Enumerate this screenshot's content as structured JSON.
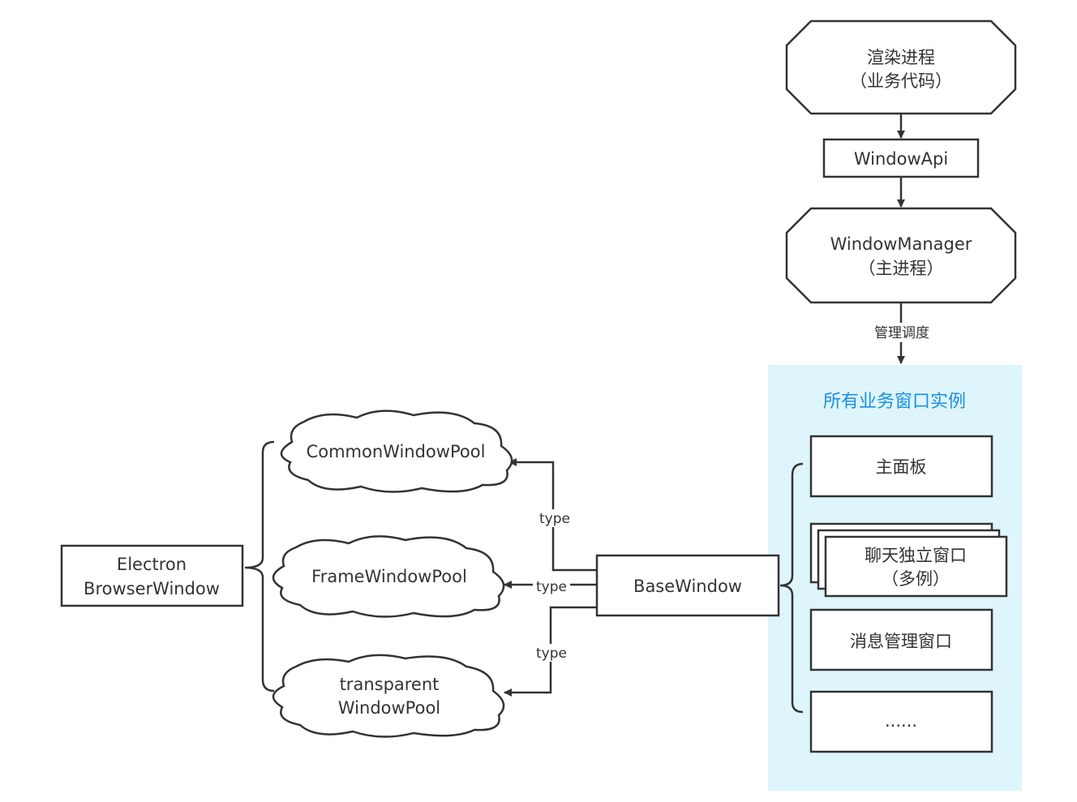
{
  "diagram": {
    "nodes": {
      "render_process": {
        "line1": "渲染进程",
        "line2": "（业务代码）"
      },
      "window_api": {
        "label": "WindowApi"
      },
      "window_manager": {
        "line1": "WindowManager",
        "line2": "（主进程）"
      },
      "edge_manage": {
        "label": "管理调度"
      },
      "instances_group": {
        "title": "所有业务窗口实例"
      },
      "main_panel": {
        "label": "主面板"
      },
      "chat_window": {
        "line1": "聊天独立窗口",
        "line2": "（多例）"
      },
      "message_window": {
        "label": "消息管理窗口"
      },
      "more": {
        "label": "......"
      },
      "base_window": {
        "label": "BaseWindow"
      },
      "common_pool": {
        "label": "CommonWindowPool"
      },
      "frame_pool": {
        "label": "FrameWindowPool"
      },
      "transparent_pool": {
        "line1": "transparent",
        "line2": "WindowPool"
      },
      "electron_bw": {
        "line1": "Electron",
        "line2": "BrowserWindow"
      }
    },
    "edges": {
      "type_common": "type",
      "type_frame": "type",
      "type_transparent": "type"
    },
    "colors": {
      "group_bg": "#def5fc",
      "group_title": "#1a8fe3",
      "stroke": "#333333"
    }
  }
}
